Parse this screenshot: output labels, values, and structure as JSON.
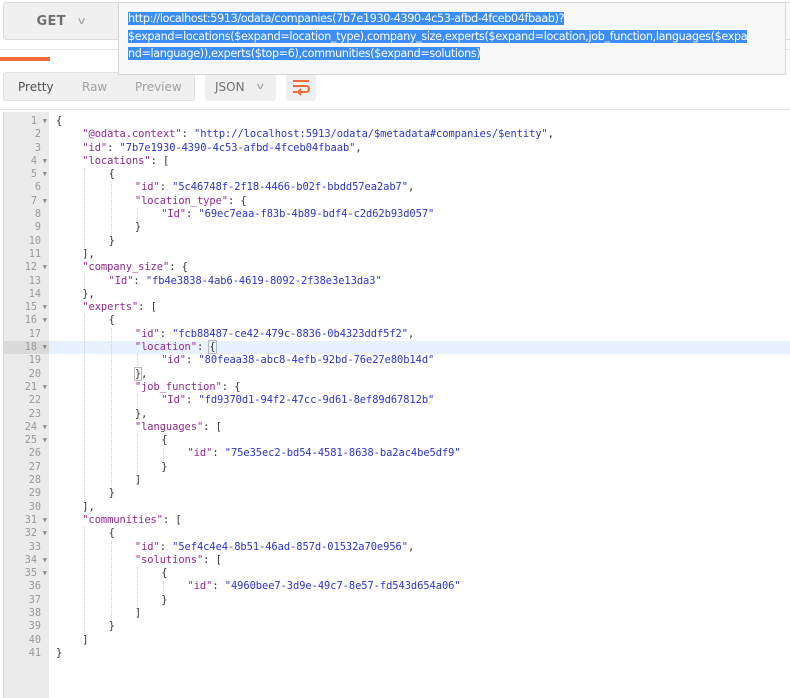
{
  "request": {
    "method": "GET",
    "url_lines": [
      "http://localhost:5913/odata/companies(7b7e1930-4390-4c53-afbd-4fceb04fbaab)?",
      "$expand=locations($expand=location_type),company_size,experts($expand=location,job_function,languages($expa",
      "nd=language)),experts($top=6),communities($expand=solutions)"
    ],
    "url_selected": true
  },
  "response_view": {
    "tabs": [
      {
        "label": "Pretty",
        "active": true
      },
      {
        "label": "Raw",
        "active": false
      },
      {
        "label": "Preview",
        "active": false
      }
    ],
    "format": "JSON",
    "wrap_icon": "wrap-lines-icon",
    "accent_color": "#f26b3a",
    "selection_color": "#3c8cf5"
  },
  "editor": {
    "active_line": 18,
    "lines": [
      {
        "n": 1,
        "fold": true,
        "indent": 0,
        "parts": [
          [
            "p",
            "{"
          ]
        ]
      },
      {
        "n": 2,
        "fold": false,
        "indent": 1,
        "parts": [
          [
            "k",
            "\"@odata.context\""
          ],
          [
            "p",
            ": "
          ],
          [
            "s",
            "\"http://localhost:5913/odata/$metadata#companies/$entity\""
          ],
          [
            "p",
            ","
          ]
        ]
      },
      {
        "n": 3,
        "fold": false,
        "indent": 1,
        "parts": [
          [
            "k",
            "\"id\""
          ],
          [
            "p",
            ": "
          ],
          [
            "s",
            "\"7b7e1930-4390-4c53-afbd-4fceb04fbaab\""
          ],
          [
            "p",
            ","
          ]
        ]
      },
      {
        "n": 4,
        "fold": true,
        "indent": 1,
        "parts": [
          [
            "k",
            "\"locations\""
          ],
          [
            "p",
            ": ["
          ]
        ]
      },
      {
        "n": 5,
        "fold": true,
        "indent": 2,
        "parts": [
          [
            "p",
            "{"
          ]
        ]
      },
      {
        "n": 6,
        "fold": false,
        "indent": 3,
        "parts": [
          [
            "k",
            "\"id\""
          ],
          [
            "p",
            ": "
          ],
          [
            "s",
            "\"5c46748f-2f18-4466-b02f-bbdd57ea2ab7\""
          ],
          [
            "p",
            ","
          ]
        ]
      },
      {
        "n": 7,
        "fold": true,
        "indent": 3,
        "parts": [
          [
            "k",
            "\"location_type\""
          ],
          [
            "p",
            ": {"
          ]
        ]
      },
      {
        "n": 8,
        "fold": false,
        "indent": 4,
        "parts": [
          [
            "k",
            "\"Id\""
          ],
          [
            "p",
            ": "
          ],
          [
            "s",
            "\"69ec7eaa-f83b-4b89-bdf4-c2d62b93d057\""
          ]
        ]
      },
      {
        "n": 9,
        "fold": false,
        "indent": 3,
        "parts": [
          [
            "p",
            "}"
          ]
        ]
      },
      {
        "n": 10,
        "fold": false,
        "indent": 2,
        "parts": [
          [
            "p",
            "}"
          ]
        ]
      },
      {
        "n": 11,
        "fold": false,
        "indent": 1,
        "parts": [
          [
            "p",
            "],"
          ]
        ]
      },
      {
        "n": 12,
        "fold": true,
        "indent": 1,
        "parts": [
          [
            "k",
            "\"company_size\""
          ],
          [
            "p",
            ": {"
          ]
        ]
      },
      {
        "n": 13,
        "fold": false,
        "indent": 2,
        "parts": [
          [
            "k",
            "\"Id\""
          ],
          [
            "p",
            ": "
          ],
          [
            "s",
            "\"fb4e3838-4ab6-4619-8092-2f38e3e13da3\""
          ]
        ]
      },
      {
        "n": 14,
        "fold": false,
        "indent": 1,
        "parts": [
          [
            "p",
            "},"
          ]
        ]
      },
      {
        "n": 15,
        "fold": true,
        "indent": 1,
        "parts": [
          [
            "k",
            "\"experts\""
          ],
          [
            "p",
            ": ["
          ]
        ]
      },
      {
        "n": 16,
        "fold": true,
        "indent": 2,
        "parts": [
          [
            "p",
            "{"
          ]
        ]
      },
      {
        "n": 17,
        "fold": false,
        "indent": 3,
        "parts": [
          [
            "k",
            "\"id\""
          ],
          [
            "p",
            ": "
          ],
          [
            "s",
            "\"fcb88487-ce42-479c-8836-0b4323ddf5f2\""
          ],
          [
            "p",
            ","
          ]
        ]
      },
      {
        "n": 18,
        "fold": true,
        "indent": 3,
        "parts": [
          [
            "k",
            "\"location\""
          ],
          [
            "p",
            ": "
          ],
          [
            "c",
            "{"
          ]
        ]
      },
      {
        "n": 19,
        "fold": false,
        "indent": 4,
        "parts": [
          [
            "k",
            "\"id\""
          ],
          [
            "p",
            ": "
          ],
          [
            "s",
            "\"80feaa38-abc8-4efb-92bd-76e27e80b14d\""
          ]
        ]
      },
      {
        "n": 20,
        "fold": false,
        "indent": 3,
        "parts": [
          [
            "c",
            "}"
          ],
          [
            "p",
            ","
          ]
        ]
      },
      {
        "n": 21,
        "fold": true,
        "indent": 3,
        "parts": [
          [
            "k",
            "\"job_function\""
          ],
          [
            "p",
            ": {"
          ]
        ]
      },
      {
        "n": 22,
        "fold": false,
        "indent": 4,
        "parts": [
          [
            "k",
            "\"Id\""
          ],
          [
            "p",
            ": "
          ],
          [
            "s",
            "\"fd9370d1-94f2-47cc-9d61-8ef89d67812b\""
          ]
        ]
      },
      {
        "n": 23,
        "fold": false,
        "indent": 3,
        "parts": [
          [
            "p",
            "},"
          ]
        ]
      },
      {
        "n": 24,
        "fold": true,
        "indent": 3,
        "parts": [
          [
            "k",
            "\"languages\""
          ],
          [
            "p",
            ": ["
          ]
        ]
      },
      {
        "n": 25,
        "fold": true,
        "indent": 4,
        "parts": [
          [
            "p",
            "{"
          ]
        ]
      },
      {
        "n": 26,
        "fold": false,
        "indent": 5,
        "parts": [
          [
            "k",
            "\"id\""
          ],
          [
            "p",
            ": "
          ],
          [
            "s",
            "\"75e35ec2-bd54-4581-8638-ba2ac4be5df9\""
          ]
        ]
      },
      {
        "n": 27,
        "fold": false,
        "indent": 4,
        "parts": [
          [
            "p",
            "}"
          ]
        ]
      },
      {
        "n": 28,
        "fold": false,
        "indent": 3,
        "parts": [
          [
            "p",
            "]"
          ]
        ]
      },
      {
        "n": 29,
        "fold": false,
        "indent": 2,
        "parts": [
          [
            "p",
            "}"
          ]
        ]
      },
      {
        "n": 30,
        "fold": false,
        "indent": 1,
        "parts": [
          [
            "p",
            "],"
          ]
        ]
      },
      {
        "n": 31,
        "fold": true,
        "indent": 1,
        "parts": [
          [
            "k",
            "\"communities\""
          ],
          [
            "p",
            ": ["
          ]
        ]
      },
      {
        "n": 32,
        "fold": true,
        "indent": 2,
        "parts": [
          [
            "p",
            "{"
          ]
        ]
      },
      {
        "n": 33,
        "fold": false,
        "indent": 3,
        "parts": [
          [
            "k",
            "\"id\""
          ],
          [
            "p",
            ": "
          ],
          [
            "s",
            "\"5ef4c4e4-8b51-46ad-857d-01532a70e956\""
          ],
          [
            "p",
            ","
          ]
        ]
      },
      {
        "n": 34,
        "fold": true,
        "indent": 3,
        "parts": [
          [
            "k",
            "\"solutions\""
          ],
          [
            "p",
            ": ["
          ]
        ]
      },
      {
        "n": 35,
        "fold": true,
        "indent": 4,
        "parts": [
          [
            "p",
            "{"
          ]
        ]
      },
      {
        "n": 36,
        "fold": false,
        "indent": 5,
        "parts": [
          [
            "k",
            "\"id\""
          ],
          [
            "p",
            ": "
          ],
          [
            "s",
            "\"4960bee7-3d9e-49c7-8e57-fd543d654a06\""
          ]
        ]
      },
      {
        "n": 37,
        "fold": false,
        "indent": 4,
        "parts": [
          [
            "p",
            "}"
          ]
        ]
      },
      {
        "n": 38,
        "fold": false,
        "indent": 3,
        "parts": [
          [
            "p",
            "]"
          ]
        ]
      },
      {
        "n": 39,
        "fold": false,
        "indent": 2,
        "parts": [
          [
            "p",
            "}"
          ]
        ]
      },
      {
        "n": 40,
        "fold": false,
        "indent": 1,
        "parts": [
          [
            "p",
            "]"
          ]
        ]
      },
      {
        "n": 41,
        "fold": false,
        "indent": 0,
        "parts": [
          [
            "p",
            "}"
          ]
        ]
      }
    ]
  }
}
